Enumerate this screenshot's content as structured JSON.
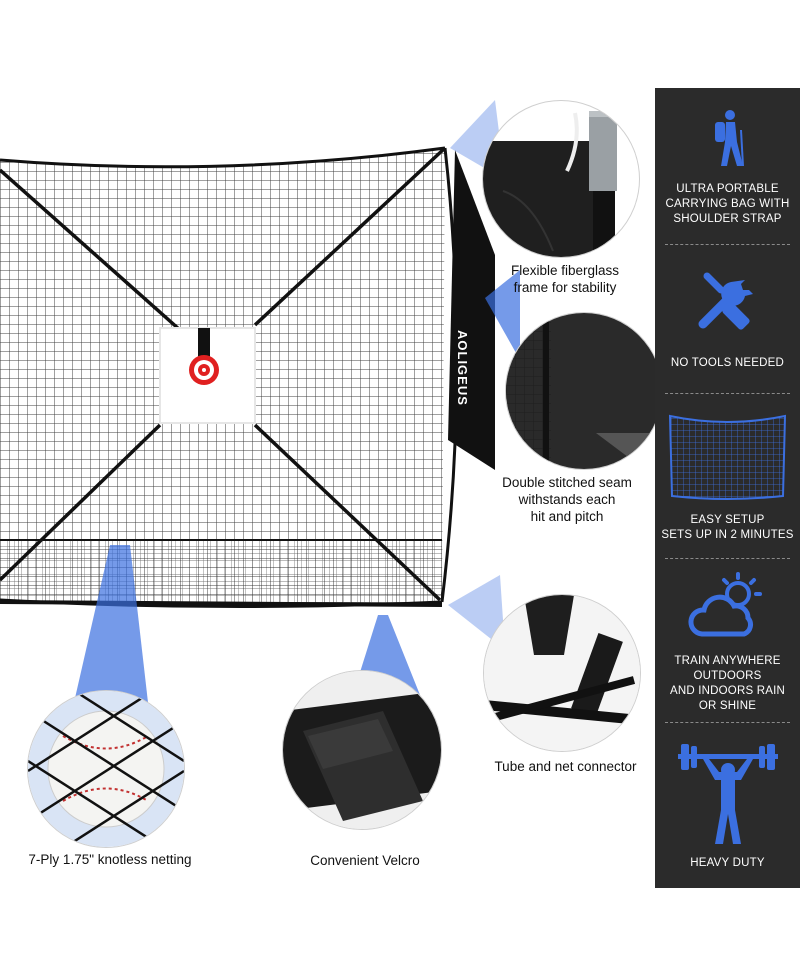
{
  "brand": {
    "logo_text": "AOLIGEUS"
  },
  "callouts": {
    "frame": [
      "Flexible fiberglass",
      "frame for stability"
    ],
    "seam": [
      "Double stitched seam",
      "withstands  each",
      "hit and pitch"
    ],
    "connector": "Tube and net connector",
    "netting": "7-Ply 1.75\" knotless netting",
    "velcro": "Convenient Velcro"
  },
  "features": [
    {
      "icon": "hiker-icon",
      "lines": [
        "ULTRA PORTABLE",
        "CARRYING BAG WITH",
        "SHOULDER STRAP"
      ]
    },
    {
      "icon": "tools-icon",
      "lines": [
        "NO TOOLS NEEDED"
      ]
    },
    {
      "icon": "net-icon",
      "lines": [
        "EASY SETUP",
        "SETS UP IN 2 MINUTES"
      ]
    },
    {
      "icon": "weather-icon",
      "lines": [
        "TRAIN ANYWHERE",
        "OUTDOORS",
        "AND INDOORS RAIN",
        "OR SHINE"
      ]
    },
    {
      "icon": "weightlifter-icon",
      "lines": [
        "HEAVY DUTY"
      ]
    }
  ],
  "colors": {
    "sidebar": "#2b2b2b",
    "accent_blue": "#3b6fe0",
    "net": "#1a1a1a",
    "target_red": "#e02020"
  }
}
